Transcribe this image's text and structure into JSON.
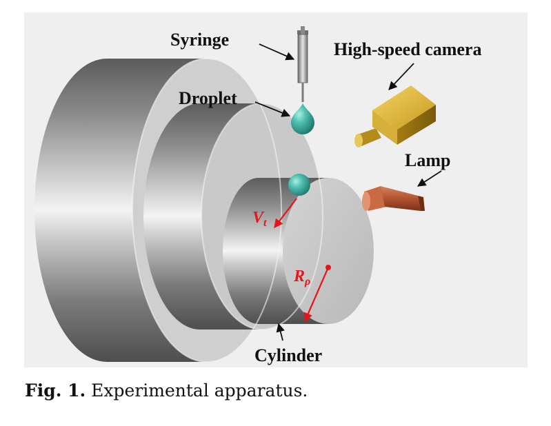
{
  "labels": {
    "syringe": "Syringe",
    "droplet": "Droplet",
    "camera": "High-speed camera",
    "lamp": "Lamp",
    "cylinder": "Cylinder"
  },
  "symbols": {
    "velocity_main": "V",
    "velocity_sub": "t",
    "radius_main": "R",
    "radius_sub": "ρ"
  },
  "caption": {
    "prefix": "Fig. 1.",
    "text": " Experimental apparatus."
  },
  "colors": {
    "background_panel": "#f0f0f0",
    "cylinder_metal": "#9a9a9a",
    "droplet": "#46b3a6",
    "camera": "#c9a32a",
    "lamp": "#b0532e",
    "annotation_red": "#e8141b"
  }
}
